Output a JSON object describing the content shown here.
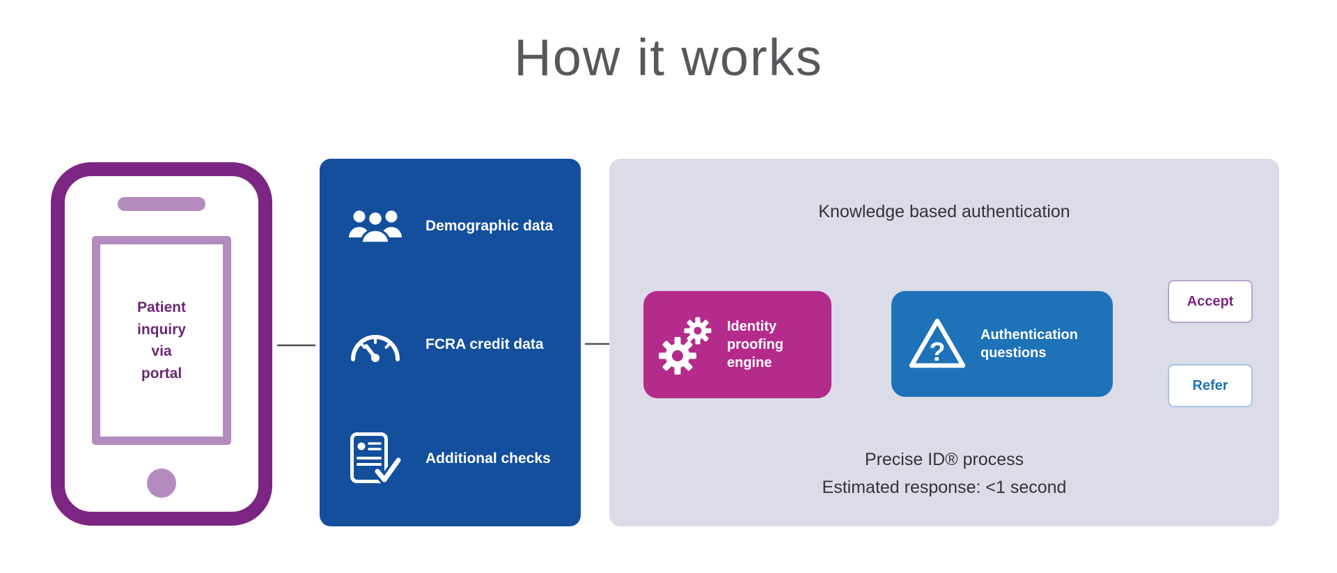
{
  "title": "How it works",
  "phone": {
    "label": "Patient inquiry via portal",
    "label_lines": [
      "Patient",
      "inquiry",
      "via",
      "portal"
    ]
  },
  "data_sources": {
    "items": [
      {
        "icon": "people-icon",
        "label": "Demographic data"
      },
      {
        "icon": "gauge-icon",
        "label": "FCRA credit data"
      },
      {
        "icon": "document-check-icon",
        "label": "Additional checks"
      }
    ]
  },
  "kba": {
    "title": "Knowledge based authentication",
    "engine_label": "Identity proofing engine",
    "questions_label": "Authentication questions",
    "outcome_accept": "Accept",
    "outcome_refer": "Refer",
    "process_line1": "Precise ID® process",
    "process_line2": "Estimated response: <1 second"
  },
  "icons": {
    "question_mark": "?"
  },
  "colors": {
    "phone_purple": "#7d2583",
    "light_purple": "#b48bbf",
    "dark_blue": "#134f9d",
    "magenta": "#b42b8b",
    "mid_blue": "#1e72b8",
    "panel_lavender": "#dcdce9",
    "title_gray": "#57585c"
  }
}
